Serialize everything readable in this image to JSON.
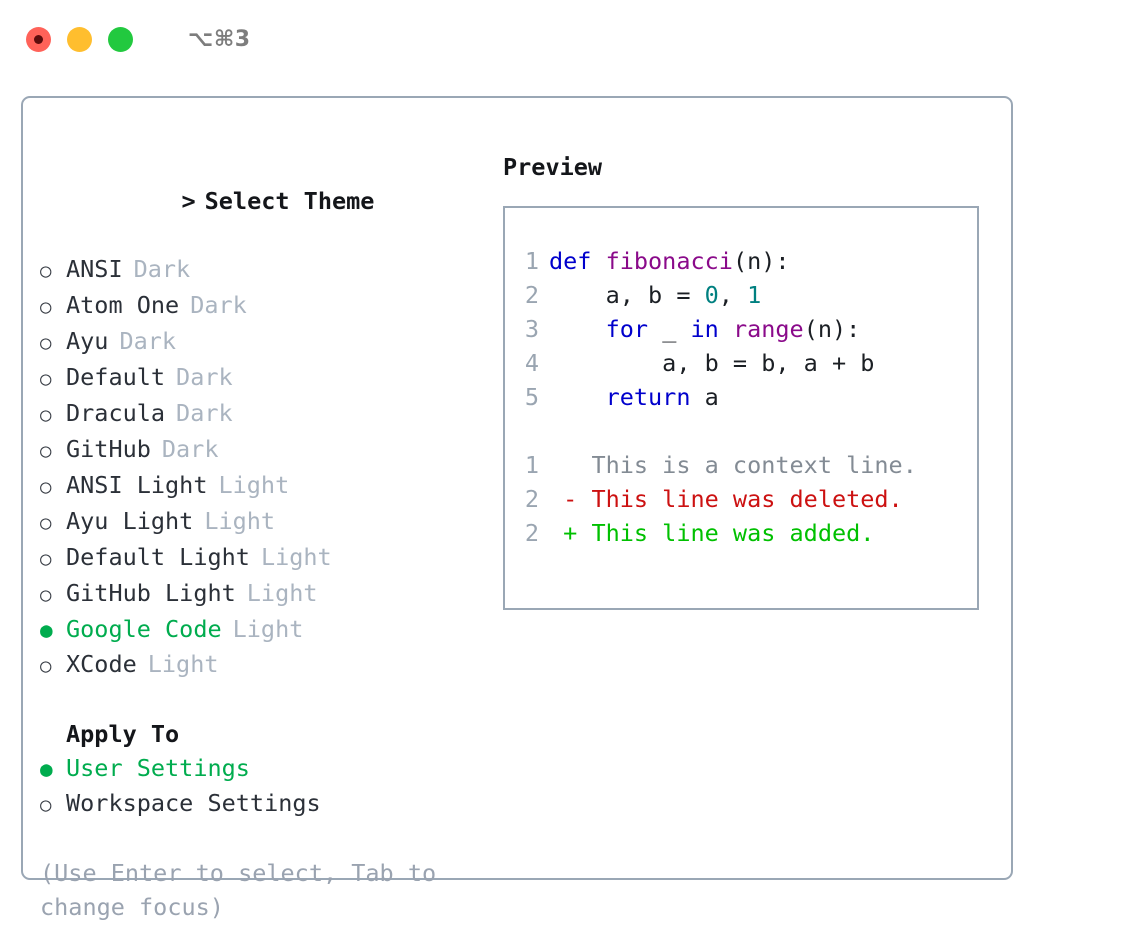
{
  "titlebar": {
    "shortcut": "⌥⌘3",
    "buttons": [
      {
        "name": "close",
        "color": "#ff6259"
      },
      {
        "name": "minimize",
        "color": "#ffbe2e"
      },
      {
        "name": "zoom",
        "color": "#22c93f"
      }
    ]
  },
  "theme_picker": {
    "caret": ">",
    "heading": "Select Theme",
    "bullet_unselected": "○",
    "bullet_selected": "●",
    "items": [
      {
        "label": "ANSI",
        "tag": "Dark",
        "selected": false
      },
      {
        "label": "Atom One",
        "tag": "Dark",
        "selected": false
      },
      {
        "label": "Ayu",
        "tag": "Dark",
        "selected": false
      },
      {
        "label": "Default",
        "tag": "Dark",
        "selected": false
      },
      {
        "label": "Dracula",
        "tag": "Dark",
        "selected": false
      },
      {
        "label": "GitHub",
        "tag": "Dark",
        "selected": false
      },
      {
        "label": "ANSI Light",
        "tag": "Light",
        "selected": false
      },
      {
        "label": "Ayu Light",
        "tag": "Light",
        "selected": false
      },
      {
        "label": "Default Light",
        "tag": "Light",
        "selected": false
      },
      {
        "label": "GitHub Light",
        "tag": "Light",
        "selected": false
      },
      {
        "label": "Google Code",
        "tag": "Light",
        "selected": true
      },
      {
        "label": "XCode",
        "tag": "Light",
        "selected": false
      }
    ]
  },
  "apply_to": {
    "heading": "Apply To",
    "options": [
      {
        "label": "User Settings",
        "selected": true
      },
      {
        "label": "Workspace Settings",
        "selected": false
      }
    ]
  },
  "hint": "(Use Enter to select, Tab to change focus)",
  "preview": {
    "heading": "Preview",
    "code_lines": [
      {
        "num": "1",
        "tokens": [
          {
            "t": "def ",
            "c": "kw"
          },
          {
            "t": "fibonacci",
            "c": "fn"
          },
          {
            "t": "(n):",
            "c": "pl"
          }
        ]
      },
      {
        "num": "2",
        "tokens": [
          {
            "t": "    a, b = ",
            "c": "var"
          },
          {
            "t": "0",
            "c": "num"
          },
          {
            "t": ", ",
            "c": "pl"
          },
          {
            "t": "1",
            "c": "num"
          }
        ]
      },
      {
        "num": "3",
        "tokens": [
          {
            "t": "    ",
            "c": "pl"
          },
          {
            "t": "for ",
            "c": "kw"
          },
          {
            "t": "_ ",
            "c": "var"
          },
          {
            "t": "in ",
            "c": "kw"
          },
          {
            "t": "range",
            "c": "fn"
          },
          {
            "t": "(n):",
            "c": "pl"
          }
        ]
      },
      {
        "num": "4",
        "tokens": [
          {
            "t": "        a, b = b, a + b",
            "c": "var"
          }
        ]
      },
      {
        "num": "5",
        "tokens": [
          {
            "t": "    ",
            "c": "pl"
          },
          {
            "t": "return ",
            "c": "kw"
          },
          {
            "t": "a",
            "c": "var"
          }
        ]
      }
    ],
    "diff_lines": [
      {
        "num": "1",
        "marker": " ",
        "text": "This is a context line.",
        "kind": "ctx"
      },
      {
        "num": "2",
        "marker": "-",
        "text": "This line was deleted.",
        "kind": "del"
      },
      {
        "num": "2",
        "marker": "+",
        "text": "This line was added.",
        "kind": "add"
      }
    ]
  },
  "colors": {
    "accent_green": "#00ac4e",
    "panel_border": "#9aa7b5",
    "muted": "#aab4c0",
    "hint": "#9aa3b0",
    "line_number": "#9aa5b1",
    "keyword": "#0000cc",
    "function": "#8a0a8a",
    "number": "#008080",
    "plain": "#1b1f24",
    "diff_context": "#838b94",
    "diff_deleted": "#cc1111",
    "diff_added": "#00c000"
  }
}
